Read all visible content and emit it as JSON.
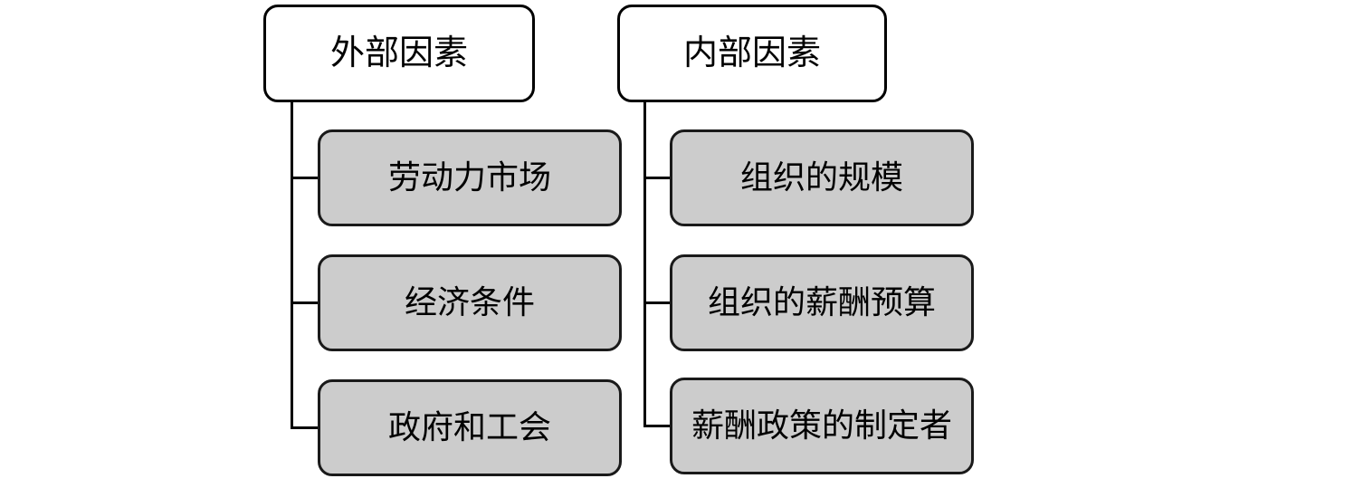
{
  "diagram": {
    "type": "tree",
    "title_present": false,
    "background_color": "#ffffff",
    "node_fill_root": "#ffffff",
    "node_fill_child": "#cccccc",
    "node_border_color": "#000000",
    "connector_color": "#000000",
    "branches": [
      {
        "id": "external",
        "root": {
          "label": "外部因素"
        },
        "children": [
          {
            "label": "劳动力市场"
          },
          {
            "label": "经济条件"
          },
          {
            "label": "政府和工会"
          }
        ]
      },
      {
        "id": "internal",
        "root": {
          "label": "内部因素"
        },
        "children": [
          {
            "label": "组织的规模"
          },
          {
            "label": "组织的薪酬预算"
          },
          {
            "label": "薪酬政策的制定者"
          }
        ]
      }
    ]
  }
}
